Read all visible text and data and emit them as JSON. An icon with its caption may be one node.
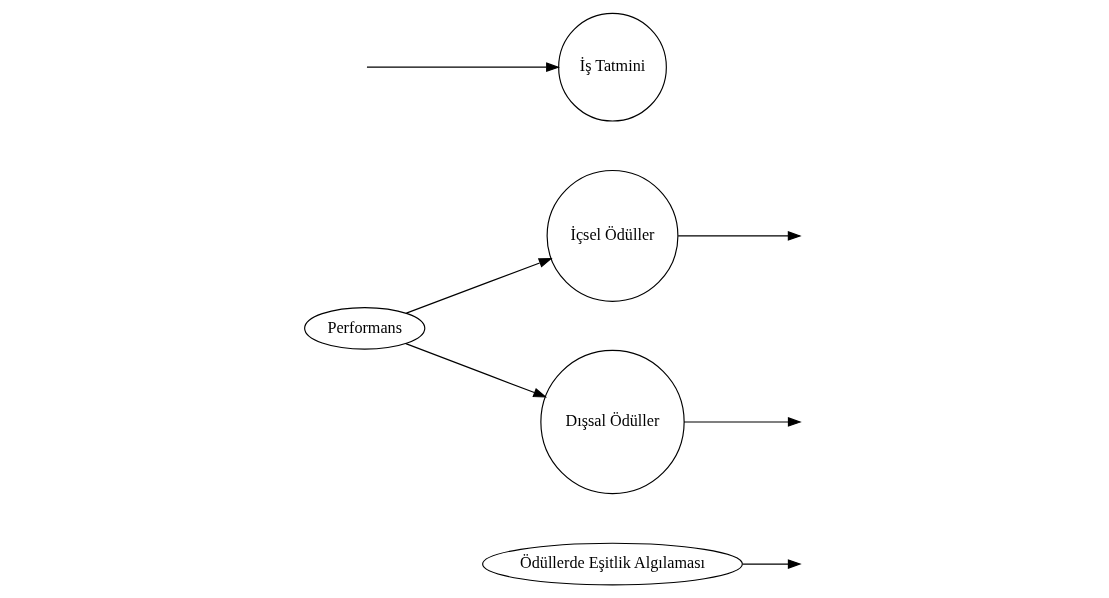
{
  "diagram": {
    "nodes": [
      {
        "text": [
          "Ödüllerde Eşitlik Algılaması"
        ]
      },
      {
        "text": [
          "İçsel Ödüller"
        ]
      },
      {
        "text": [
          "Performans"
        ]
      },
      {
        "text": [
          "İş Tatmini"
        ]
      },
      {
        "text": [
          "Dışsal Ödüller"
        ]
      }
    ],
    "edges": [
      {
        "from": 2,
        "to": 1,
        "arrow": "to"
      },
      {
        "from": 2,
        "to": 4,
        "arrow": "to"
      },
      {
        "from": 1,
        "to": null,
        "arrow": "to"
      },
      {
        "from": 4,
        "to": null,
        "arrow": "to"
      },
      {
        "from": 0,
        "to": null,
        "arrow": "to"
      },
      {
        "from": null,
        "to": 3,
        "arrow": "to"
      }
    ]
  }
}
